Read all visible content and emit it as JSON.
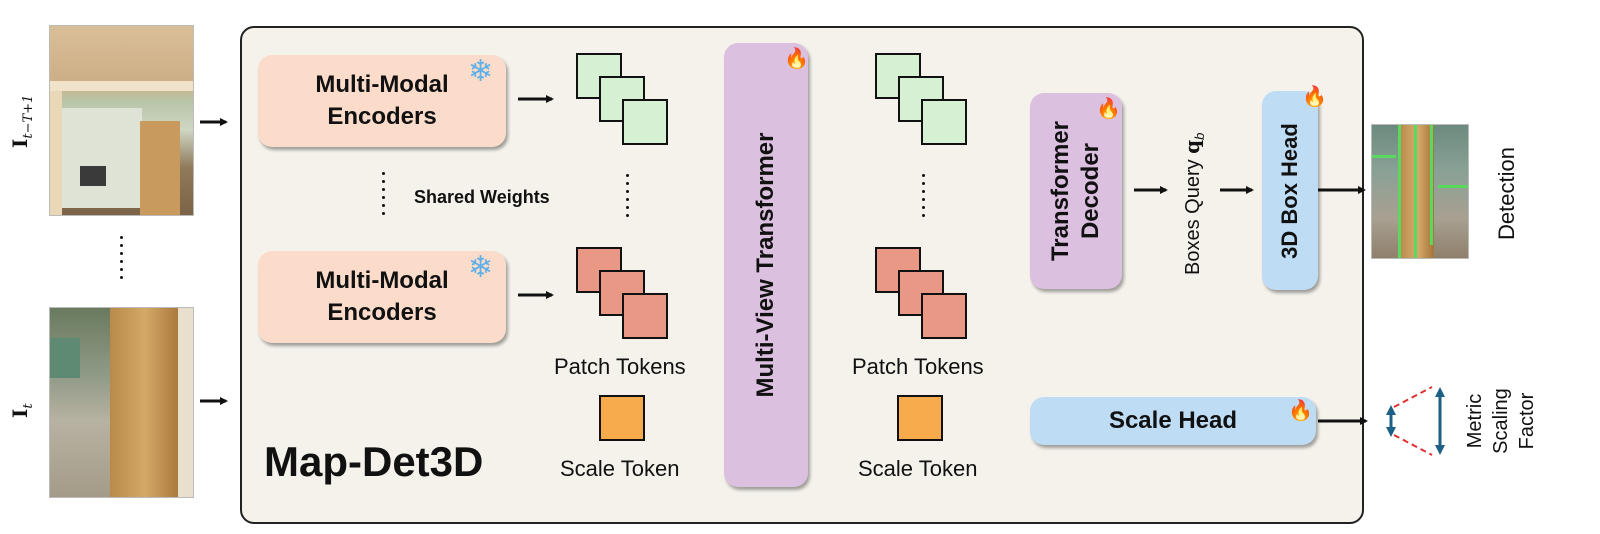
{
  "frames": {
    "top_label": "I",
    "top_sub": "t−T+1",
    "bottom_label": "I",
    "bottom_sub": "t"
  },
  "panel": {
    "title": "Map-Det3D"
  },
  "encoders": [
    {
      "label": "Multi-Modal Encoders"
    },
    {
      "label": "Multi-Modal Encoders"
    }
  ],
  "shared_weights": "Shared Weights",
  "tokens": {
    "patch_label_left": "Patch Tokens",
    "scale_label_left": "Scale Token",
    "patch_label_right": "Patch Tokens",
    "scale_label_right": "Scale Token"
  },
  "multi_view_transformer": "Multi-View Transformer",
  "transformer_decoder": "Transformer Decoder",
  "boxes_query": {
    "text": "Boxes Query ",
    "symbol": "q",
    "sub": "b"
  },
  "box_head": "3D Box Head",
  "detection": "Detection",
  "scale_head": "Scale Head",
  "metric_scaling_factor": [
    "Metric",
    "Scaling",
    "Factor"
  ],
  "icons": {
    "frozen": "snowflake-icon",
    "trainable": "flame-icon"
  },
  "colors": {
    "encoder": "#fbdccb",
    "patch_green": "#d5f0d3",
    "patch_red": "#ea9886",
    "scale_token": "#f8ab4c",
    "transformer": "#dcc0e0",
    "head": "#bfdcf5",
    "panel": "#f5f2eb"
  }
}
